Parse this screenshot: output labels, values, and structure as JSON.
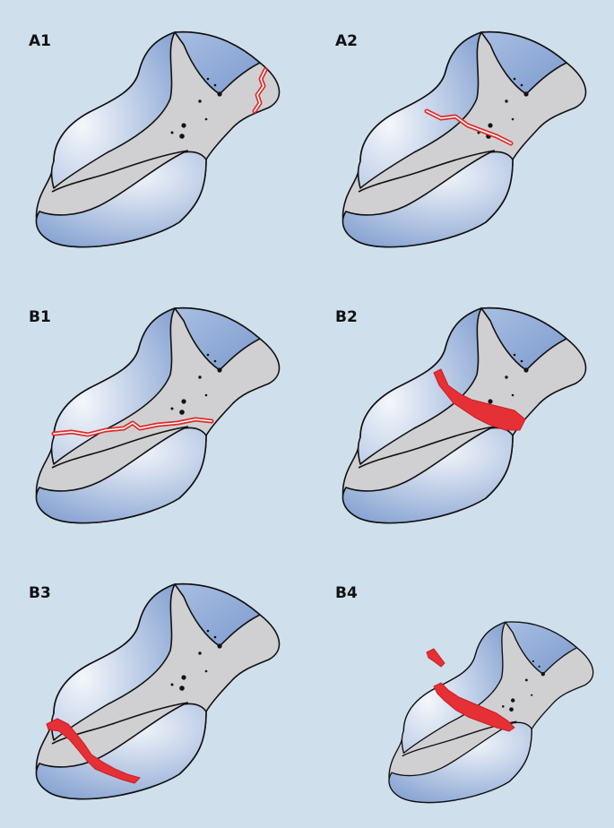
{
  "panels": [
    {
      "id": "A1",
      "label": "A1",
      "fracture": "thin"
    },
    {
      "id": "A2",
      "label": "A2",
      "fracture": "thin"
    },
    {
      "id": "B1",
      "label": "B1",
      "fracture": "thin"
    },
    {
      "id": "B2",
      "label": "B2",
      "fracture": "thick"
    },
    {
      "id": "B3",
      "label": "B3",
      "fracture": "thick"
    },
    {
      "id": "B4",
      "label": "B4",
      "fracture": "thick"
    }
  ],
  "colors": {
    "background": "#cfe0ec",
    "bone": "#d0d0d2",
    "cartilage_light": "#f4f7fb",
    "cartilage_dark": "#8aa6d4",
    "fracture": "#e53035"
  }
}
